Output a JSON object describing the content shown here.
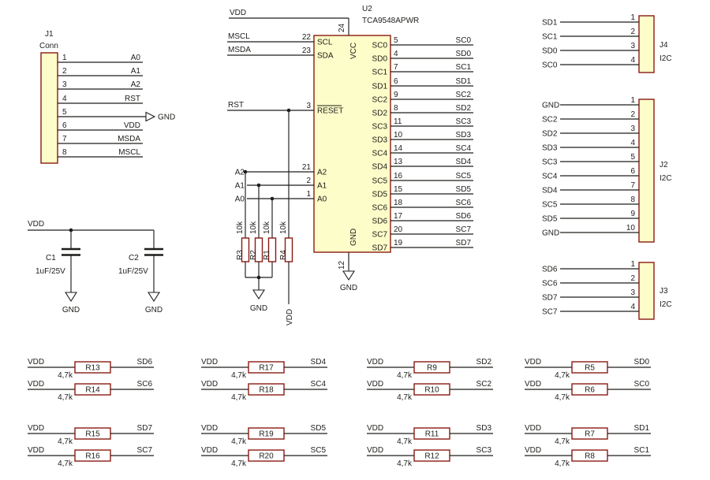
{
  "colors": {
    "background": "#ffffff",
    "component_fill": "#fdfdc9",
    "component_stroke": "#8a1b12",
    "resistor_fill": "#ffffff",
    "wire": "#1d1d1b",
    "text": "#1d1d1b"
  },
  "nets": {
    "vdd": "VDD",
    "gnd": "GND"
  },
  "j1": {
    "ref": "J1",
    "name": "Conn",
    "pins": [
      {
        "num": "1",
        "net": "A0"
      },
      {
        "num": "2",
        "net": "A1"
      },
      {
        "num": "3",
        "net": "A2"
      },
      {
        "num": "4",
        "net": "RST"
      },
      {
        "num": "5",
        "net": "GND"
      },
      {
        "num": "6",
        "net": "VDD"
      },
      {
        "num": "7",
        "net": "MSDA"
      },
      {
        "num": "8",
        "net": "MSCL"
      }
    ]
  },
  "u2": {
    "ref": "U2",
    "part": "TCA9548APWR",
    "vcc_pin": {
      "num": "24",
      "name": "VCC",
      "net": "VDD"
    },
    "gnd_pin": {
      "num": "12",
      "name": "GND",
      "net": "GND"
    },
    "left_pins": [
      {
        "net": "MSCL",
        "num": "22",
        "name": "SCL",
        "overline": false
      },
      {
        "net": "MSDA",
        "num": "23",
        "name": "SDA",
        "overline": false
      },
      {
        "net": "RST",
        "num": "3",
        "name": "RESET",
        "overline": true
      },
      {
        "net": "A2",
        "num": "21",
        "name": "A2",
        "overline": false
      },
      {
        "net": "A1",
        "num": "2",
        "name": "A1",
        "overline": false
      },
      {
        "net": "A0",
        "num": "1",
        "name": "A0",
        "overline": false
      }
    ],
    "right_pins": [
      {
        "num": "5",
        "name": "SC0",
        "net": "SC0"
      },
      {
        "num": "4",
        "name": "SD0",
        "net": "SD0"
      },
      {
        "num": "7",
        "name": "SC1",
        "net": "SC1"
      },
      {
        "num": "6",
        "name": "SD1",
        "net": "SD1"
      },
      {
        "num": "9",
        "name": "SC2",
        "net": "SC2"
      },
      {
        "num": "8",
        "name": "SD2",
        "net": "SD2"
      },
      {
        "num": "11",
        "name": "SC3",
        "net": "SC3"
      },
      {
        "num": "10",
        "name": "SD3",
        "net": "SD3"
      },
      {
        "num": "14",
        "name": "SC4",
        "net": "SC4"
      },
      {
        "num": "13",
        "name": "SD4",
        "net": "SD4"
      },
      {
        "num": "16",
        "name": "SC5",
        "net": "SC5"
      },
      {
        "num": "15",
        "name": "SD5",
        "net": "SD5"
      },
      {
        "num": "18",
        "name": "SC6",
        "net": "SC6"
      },
      {
        "num": "17",
        "name": "SD6",
        "net": "SD6"
      },
      {
        "num": "20",
        "name": "SC7",
        "net": "SC7"
      },
      {
        "num": "19",
        "name": "SD7",
        "net": "SD7"
      }
    ]
  },
  "address_resistors": {
    "items": [
      {
        "ref": "R3",
        "value": "10k"
      },
      {
        "ref": "R2",
        "value": "10k"
      },
      {
        "ref": "R1",
        "value": "10k"
      },
      {
        "ref": "R4",
        "value": "10k"
      }
    ],
    "gnd": "GND",
    "r4_rail": "VDD"
  },
  "capacitors": [
    {
      "ref": "C1",
      "value": "1uF/25V"
    },
    {
      "ref": "C2",
      "value": "1uF/25V"
    }
  ],
  "j4": {
    "ref": "J4",
    "name": "I2C",
    "pins": [
      {
        "num": "1",
        "net": "SD1"
      },
      {
        "num": "2",
        "net": "SC1"
      },
      {
        "num": "3",
        "net": "SD0"
      },
      {
        "num": "4",
        "net": "SC0"
      }
    ]
  },
  "j2": {
    "ref": "J2",
    "name": "I2C",
    "pins": [
      {
        "num": "1",
        "net": "GND"
      },
      {
        "num": "2",
        "net": "SC2"
      },
      {
        "num": "3",
        "net": "SD2"
      },
      {
        "num": "4",
        "net": "SD3"
      },
      {
        "num": "5",
        "net": "SC3"
      },
      {
        "num": "6",
        "net": "SC4"
      },
      {
        "num": "7",
        "net": "SD4"
      },
      {
        "num": "8",
        "net": "SC5"
      },
      {
        "num": "9",
        "net": "SD5"
      },
      {
        "num": "10",
        "net": "GND"
      }
    ]
  },
  "j3": {
    "ref": "J3",
    "name": "I2C",
    "pins": [
      {
        "num": "1",
        "net": "SD6"
      },
      {
        "num": "2",
        "net": "SC6"
      },
      {
        "num": "3",
        "net": "SD7"
      },
      {
        "num": "4",
        "net": "SC7"
      }
    ]
  },
  "pullup_grid": {
    "value": "4,7k",
    "rail": "VDD",
    "columns": [
      {
        "rows": [
          {
            "ref": "R13",
            "net": "SD6"
          },
          {
            "ref": "R14",
            "net": "SC6"
          },
          {
            "ref": "R15",
            "net": "SD7"
          },
          {
            "ref": "R16",
            "net": "SC7"
          }
        ]
      },
      {
        "rows": [
          {
            "ref": "R17",
            "net": "SD4"
          },
          {
            "ref": "R18",
            "net": "SC4"
          },
          {
            "ref": "R19",
            "net": "SD5"
          },
          {
            "ref": "R20",
            "net": "SC5"
          }
        ]
      },
      {
        "rows": [
          {
            "ref": "R9",
            "net": "SD2"
          },
          {
            "ref": "R10",
            "net": "SC2"
          },
          {
            "ref": "R11",
            "net": "SD3"
          },
          {
            "ref": "R12",
            "net": "SC3"
          }
        ]
      },
      {
        "rows": [
          {
            "ref": "R5",
            "net": "SD0"
          },
          {
            "ref": "R6",
            "net": "SC0"
          },
          {
            "ref": "R7",
            "net": "SD1"
          },
          {
            "ref": "R8",
            "net": "SC1"
          }
        ]
      }
    ]
  }
}
